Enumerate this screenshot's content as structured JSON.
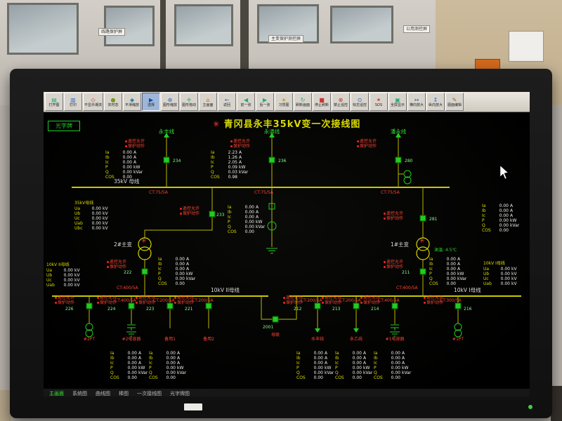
{
  "environment": {
    "cabinets": [
      "线路保护屏",
      "主变保护测控屏",
      "公用测控屏"
    ]
  },
  "toolbar": {
    "buttons": [
      {
        "label": "打开图",
        "icon": "open-icon",
        "glyph": "▤"
      },
      {
        "label": "打印",
        "icon": "print-icon",
        "glyph": "▥"
      },
      {
        "label": "不显示潮流",
        "icon": "powerflow-icon",
        "glyph": "◇"
      },
      {
        "label": "实时态",
        "icon": "realtime-icon",
        "glyph": "●"
      },
      {
        "label": "平滑缩放",
        "icon": "smooth-zoom-icon",
        "glyph": "◈"
      },
      {
        "label": "选择",
        "icon": "select-icon",
        "glyph": "▶",
        "active": true
      },
      {
        "label": "图形缩放",
        "icon": "zoom-icon",
        "glyph": "⊕"
      },
      {
        "label": "图形拖动",
        "icon": "pan-icon",
        "glyph": "✛"
      },
      {
        "label": "主画面",
        "icon": "home-icon",
        "glyph": "⌂"
      },
      {
        "label": "返回",
        "icon": "back-icon",
        "glyph": "←"
      },
      {
        "label": "前一张",
        "icon": "prev-icon",
        "glyph": "◀"
      },
      {
        "label": "后一张",
        "icon": "next-icon",
        "glyph": "▶"
      },
      {
        "label": "习惯图",
        "icon": "favorite-icon",
        "glyph": "★"
      },
      {
        "label": "刷新画面",
        "icon": "refresh-icon",
        "glyph": "↻"
      },
      {
        "label": "停止刷新",
        "icon": "stop-refresh-icon",
        "glyph": "■"
      },
      {
        "label": "禁止遥控",
        "icon": "no-remote-icon",
        "glyph": "⊗"
      },
      {
        "label": "标志遥控",
        "icon": "mark-remote-icon",
        "glyph": "⊙"
      },
      {
        "label": "SOS",
        "icon": "sos-icon",
        "glyph": "✶"
      },
      {
        "label": "全屏显示",
        "icon": "fullscreen-icon",
        "glyph": "▣"
      },
      {
        "label": "横向放大",
        "icon": "h-zoom-icon",
        "glyph": "↔"
      },
      {
        "label": "纵向放大",
        "icon": "v-zoom-icon",
        "glyph": "↕"
      },
      {
        "label": "图面编辑",
        "icon": "edit-icon",
        "glyph": "✎"
      }
    ]
  },
  "screen": {
    "alarm_box": "光字牌",
    "title": "青冈县永丰35kV变一次接线图",
    "title_icon_glyph": "✳",
    "remote_pair": [
      "遥控允许",
      "保护动作"
    ]
  },
  "meas_zero": [
    [
      "Ia",
      "0.00",
      "A"
    ],
    [
      "Ib",
      "0.00",
      "A"
    ],
    [
      "Ic",
      "0.00",
      "A"
    ],
    [
      "P",
      "0.00",
      "kW"
    ],
    [
      "Q",
      "0.00",
      "kVar"
    ],
    [
      "COS",
      "0.00",
      ""
    ]
  ],
  "meas_blocks": [
    {
      "id": "ml-yongfeng"
    },
    {
      "id": "ml-yongtong",
      "rows": [
        [
          "Ia",
          "2.23",
          "A"
        ],
        [
          "Ib",
          "1.26",
          "A"
        ],
        [
          "Ic",
          "2.05",
          "A"
        ],
        [
          "P",
          "0.09",
          "kW"
        ],
        [
          "Q",
          "0.03",
          "kVar"
        ],
        [
          "COS",
          "0.98",
          ""
        ]
      ]
    },
    {
      "id": "ml-233"
    },
    {
      "id": "ml-station"
    },
    {
      "id": "ml-t2"
    },
    {
      "id": "ml-t1"
    },
    {
      "id": "ml-cap2"
    },
    {
      "id": "ml-spare1"
    },
    {
      "id": "ml-shuifeng"
    },
    {
      "id": "ml-yongyi"
    },
    {
      "id": "ml-cap1"
    }
  ],
  "voltage_blocks": [
    {
      "id": "v35",
      "title": "35kV母线",
      "rows": [
        [
          "Ua",
          "0.00",
          "kV"
        ],
        [
          "Ub",
          "0.00",
          "kV"
        ],
        [
          "Uc",
          "0.00",
          "kV"
        ],
        [
          "Uab",
          "0.00",
          "kV"
        ],
        [
          "Ubc",
          "0.00",
          "kV"
        ]
      ]
    },
    {
      "id": "v10-2",
      "title": "10kV II母线",
      "rows": [
        [
          "Ua",
          "0.00",
          "kV"
        ],
        [
          "Ub",
          "0.00",
          "kV"
        ],
        [
          "Uc",
          "0.00",
          "kV"
        ],
        [
          "Uab",
          "0.00",
          "kV"
        ]
      ]
    },
    {
      "id": "v10-1",
      "title": "10kV I母线",
      "rows": [
        [
          "Ua",
          "0.00",
          "kV"
        ],
        [
          "Ub",
          "0.00",
          "kV"
        ],
        [
          "Uc",
          "0.00",
          "kV"
        ],
        [
          "Uab",
          "0.00",
          "kV"
        ]
      ]
    }
  ],
  "diagram_labels": [
    {
      "id": "feeder-yongfeng-name",
      "text": "永丰线",
      "cls": "green big ctr"
    },
    {
      "id": "feeder-yongtong-name",
      "text": "永通线",
      "cls": "green big ctr"
    },
    {
      "id": "feeder-panyong-name",
      "text": "潘永线",
      "cls": "green big ctr"
    },
    {
      "id": "bus35-label",
      "text": "35kV 母线",
      "cls": "white big"
    },
    {
      "id": "bus10-2-label",
      "text": "10kV II母线",
      "cls": "white big"
    },
    {
      "id": "bus10-1-label",
      "text": "10kV I母线",
      "cls": "white big"
    },
    {
      "id": "t2-label",
      "text": "2#主变",
      "cls": "white big"
    },
    {
      "id": "t1-label",
      "text": "1#主变",
      "cls": "white big"
    },
    {
      "id": "oil-temp",
      "text": "油温: 4.5℃",
      "cls": "green"
    },
    {
      "id": "brk-234",
      "text": "234",
      "cls": "lime"
    },
    {
      "id": "brk-236",
      "text": "236",
      "cls": "lime"
    },
    {
      "id": "brk-280",
      "text": "280",
      "cls": "lime"
    },
    {
      "id": "brk-233",
      "text": "233",
      "cls": "lime"
    },
    {
      "id": "brk-281",
      "text": "281",
      "cls": "lime"
    },
    {
      "id": "brk-222",
      "text": "222",
      "cls": "lime"
    },
    {
      "id": "brk-211",
      "text": "211",
      "cls": "lime"
    },
    {
      "id": "brk-2001",
      "text": "2001",
      "cls": "lime"
    },
    {
      "id": "brk-226",
      "text": "226",
      "cls": "lime"
    },
    {
      "id": "brk-224",
      "text": "224",
      "cls": "lime"
    },
    {
      "id": "brk-223",
      "text": "223",
      "cls": "lime"
    },
    {
      "id": "brk-221",
      "text": "221",
      "cls": "lime"
    },
    {
      "id": "brk-212",
      "text": "212",
      "cls": "lime"
    },
    {
      "id": "brk-213",
      "text": "213",
      "cls": "lime"
    },
    {
      "id": "brk-214",
      "text": "214",
      "cls": "lime"
    },
    {
      "id": "brk-216",
      "text": "216",
      "cls": "lime"
    },
    {
      "id": "ct-234",
      "text": "CT:75/5A",
      "cls": "red"
    },
    {
      "id": "ct-236",
      "text": "CT:75/5A",
      "cls": "red"
    },
    {
      "id": "ct-280",
      "text": "CT:75/5A",
      "cls": "red"
    },
    {
      "id": "ct-222",
      "text": "CT:400/5A",
      "cls": "red"
    },
    {
      "id": "ct-211",
      "text": "CT:400/5A",
      "cls": "red"
    },
    {
      "id": "ct-224",
      "text": "CT:400/5A",
      "cls": "red"
    },
    {
      "id": "ct-223",
      "text": "CT:200/5A",
      "cls": "red"
    },
    {
      "id": "ct-221",
      "text": "CT:200/5A",
      "cls": "red"
    },
    {
      "id": "ct-212",
      "text": "CT:200/5A",
      "cls": "red"
    },
    {
      "id": "ct-213",
      "text": "CT:200/5A",
      "cls": "red"
    },
    {
      "id": "ct-214",
      "text": "CT:400/5A",
      "cls": "red"
    },
    {
      "id": "ct-216",
      "text": "CT:300/5A",
      "cls": "red"
    },
    {
      "id": "fdr-2pt",
      "text": "#2PT",
      "cls": "red ctr"
    },
    {
      "id": "fdr-2cap",
      "text": "#2电容器",
      "cls": "red ctr"
    },
    {
      "id": "fdr-spare1",
      "text": "备用1",
      "cls": "red ctr"
    },
    {
      "id": "fdr-spare2",
      "text": "备用2",
      "cls": "red ctr"
    },
    {
      "id": "fdr-tie",
      "text": "母联",
      "cls": "red ctr"
    },
    {
      "id": "fdr-shuifeng",
      "text": "水丰线",
      "cls": "red ctr"
    },
    {
      "id": "fdr-yongyi",
      "text": "永乙线",
      "cls": "red ctr"
    },
    {
      "id": "fdr-1cap",
      "text": "#1电容器",
      "cls": "red ctr"
    },
    {
      "id": "fdr-1pt",
      "text": "#1PT",
      "cls": "red ctr"
    },
    {
      "id": "t2-star",
      "text": "✳",
      "cls": "redstar"
    },
    {
      "id": "t1-star",
      "text": "✳",
      "cls": "redstar"
    }
  ],
  "tabs": [
    "主画面",
    "系统图",
    "曲线图",
    "棒图",
    "一次接线图",
    "光字牌图"
  ],
  "colors": {
    "bus": "#c9c900",
    "breaker_closed": "#22cc22",
    "alarm_red": "#ff3322",
    "title_yellow": "#d8da00"
  }
}
